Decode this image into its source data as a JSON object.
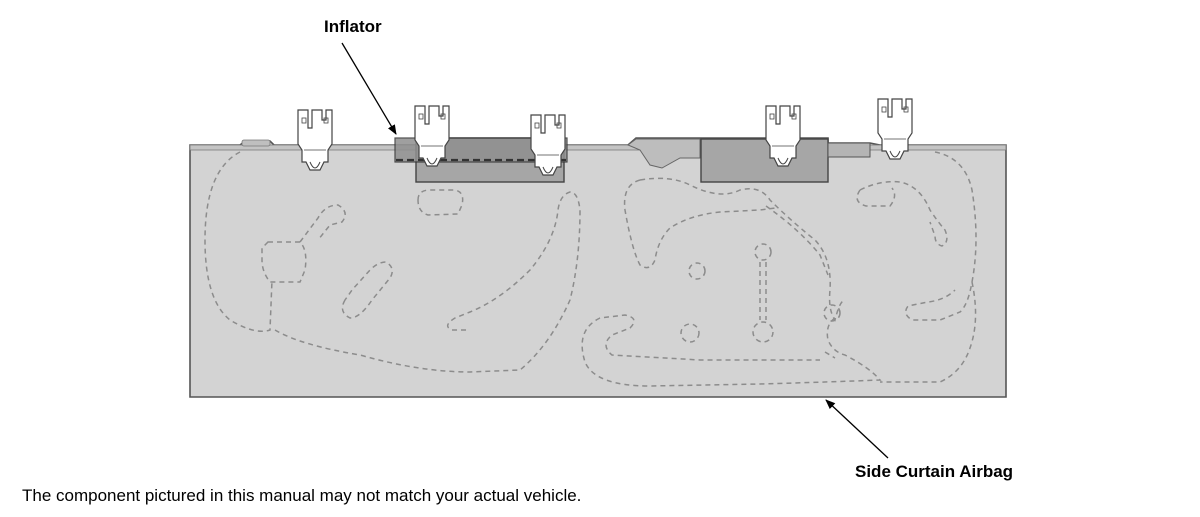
{
  "labels": {
    "inflator": "Inflator",
    "side_curtain_airbag": "Side Curtain Airbag"
  },
  "footnote": "The component pictured in this manual may not match your actual vehicle.",
  "colors": {
    "airbag_fill": "#d3d3d3",
    "inflator_fill": "#a6a6a6",
    "outline": "#555555",
    "dashed_seam": "#8c8c8c"
  },
  "clips": [
    "mounting-clip",
    "mounting-clip",
    "mounting-clip",
    "mounting-clip",
    "mounting-clip"
  ]
}
